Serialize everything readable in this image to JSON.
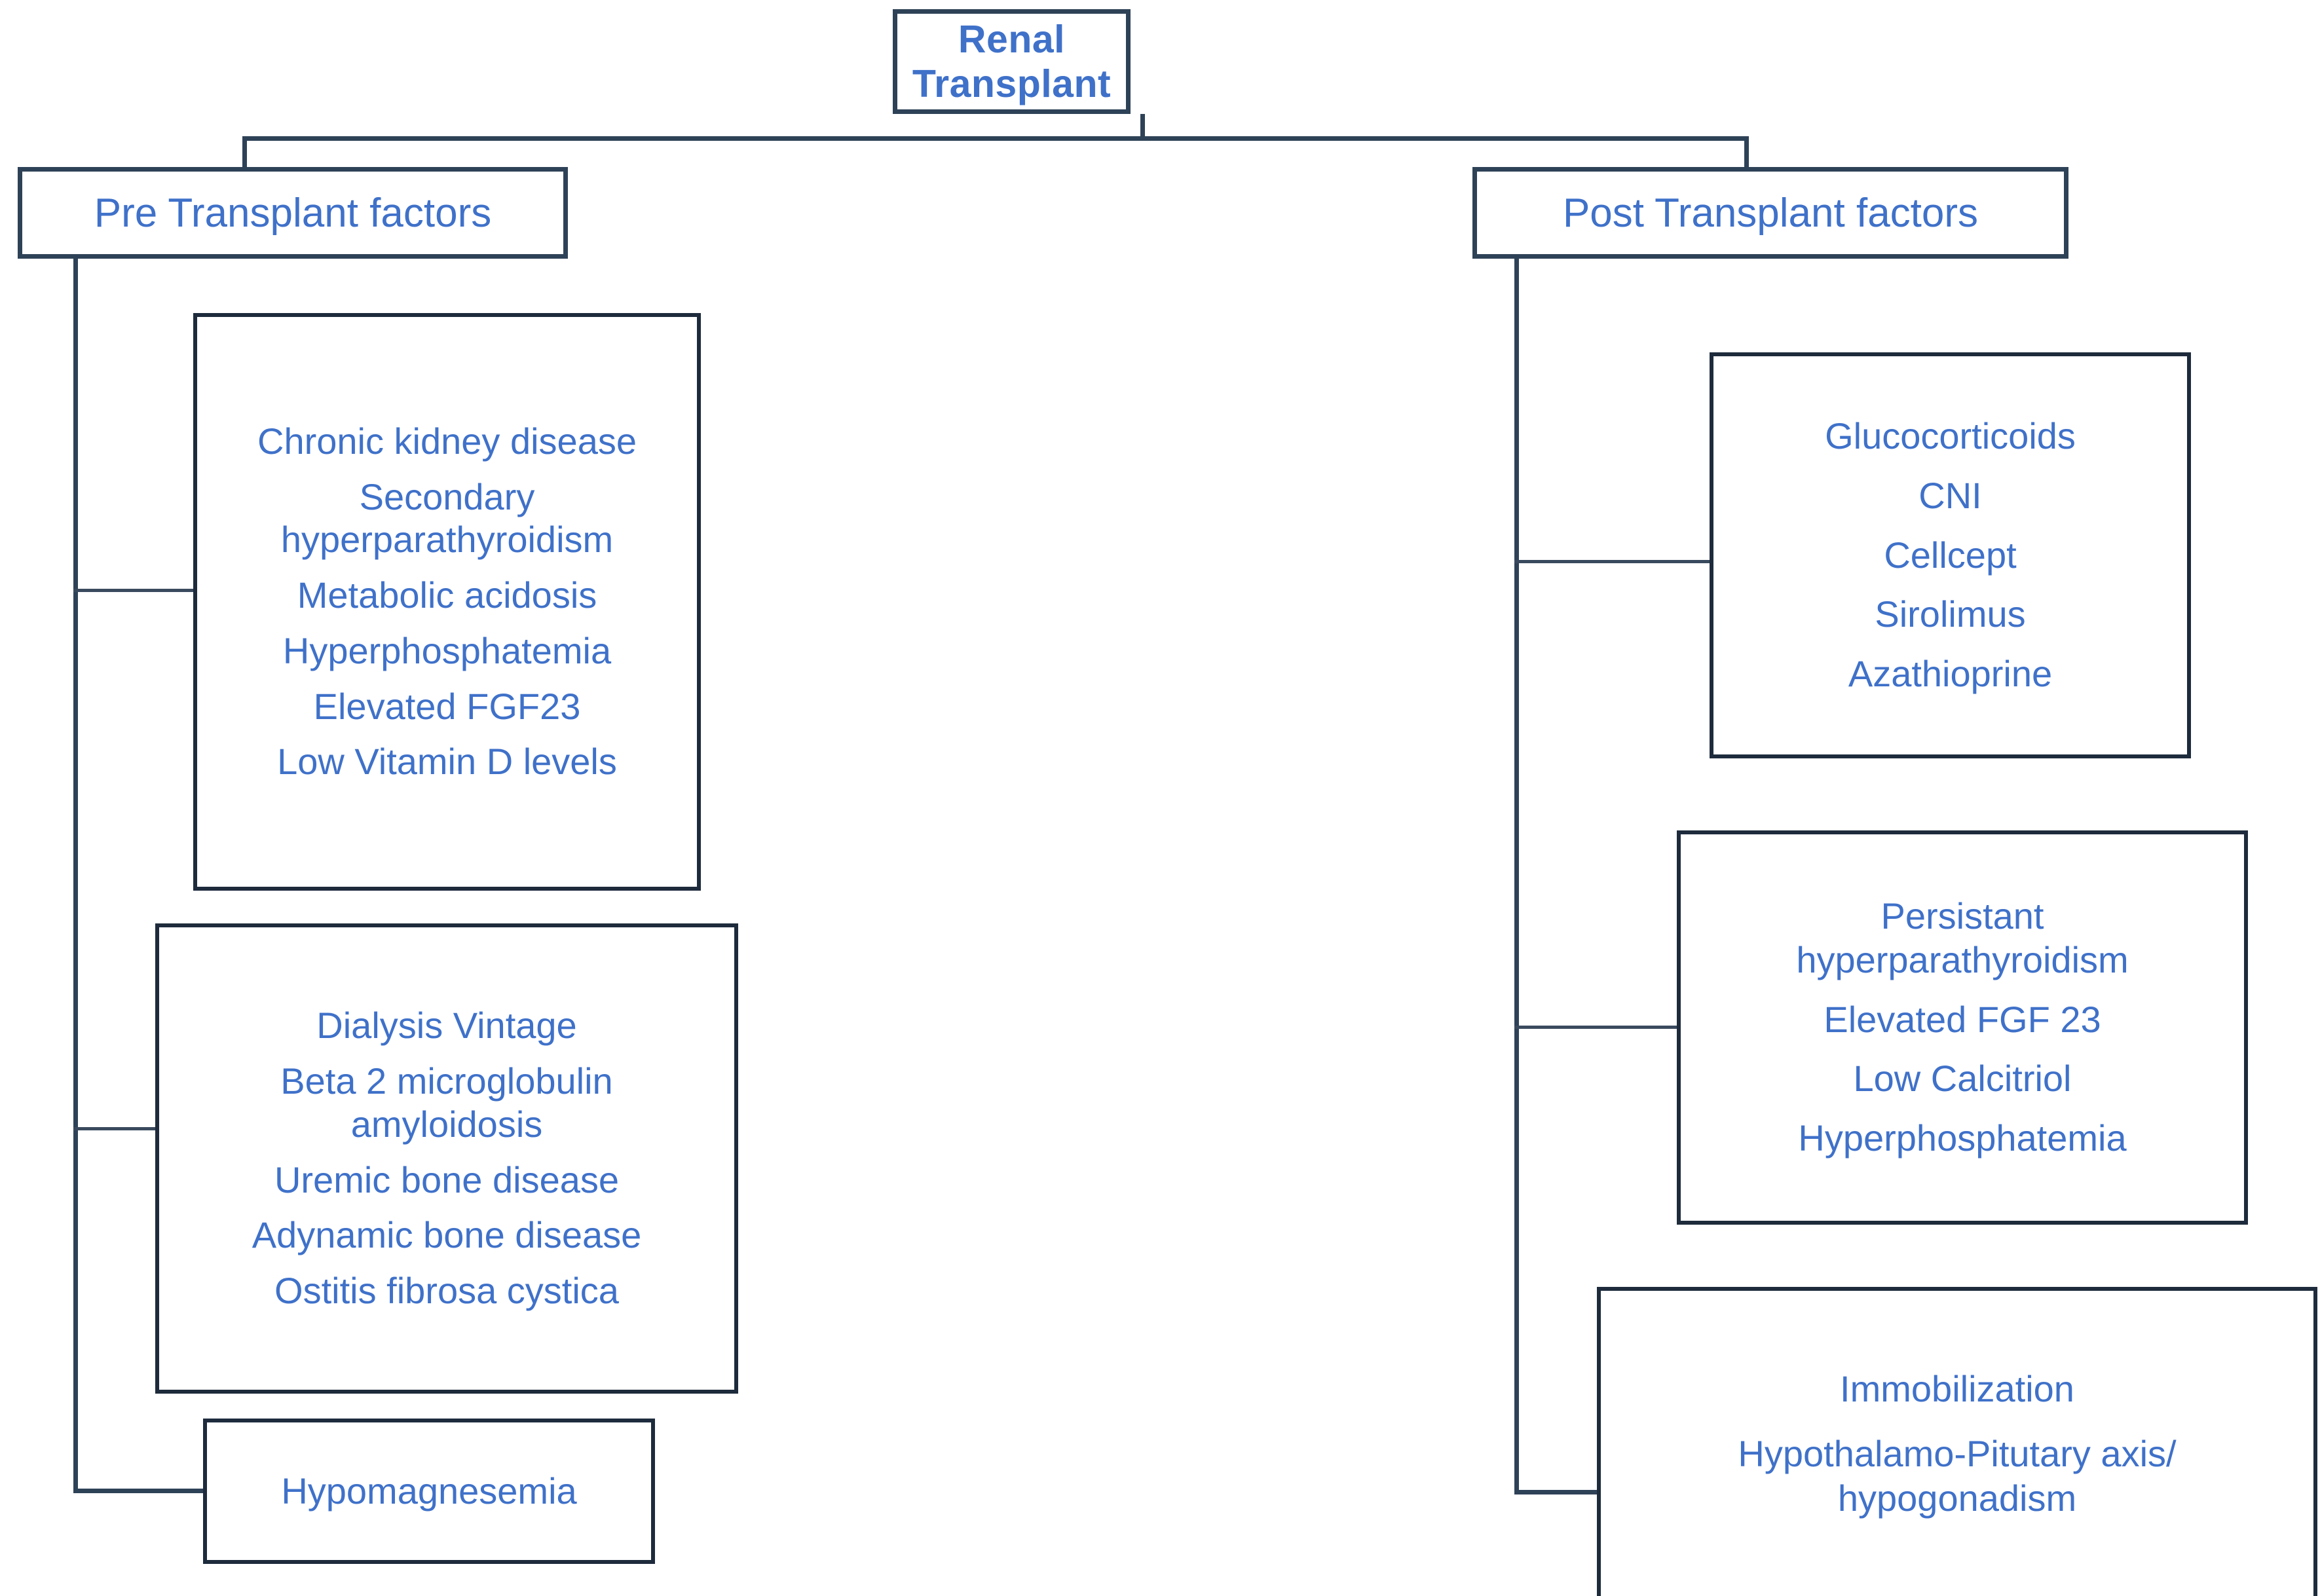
{
  "diagram": {
    "title": "Renal Transplant",
    "root": {
      "label": "Renal Transplant"
    },
    "branches": {
      "pre": {
        "label": "Pre Transplant factors",
        "groups": [
          {
            "name": "ckd-group",
            "items": [
              "Chronic kidney disease",
              "Secondary",
              "hyperparathyroidism",
              "Metabolic acidosis",
              "Hyperphosphatemia",
              "Elevated FGF23",
              "Low Vitamin D levels"
            ]
          },
          {
            "name": "dialysis-group",
            "items": [
              "Dialysis Vintage",
              "Beta 2 microglobulin",
              "amyloidosis",
              "Uremic bone disease",
              "Adynamic bone disease",
              "Ostitis fibrosa cystica"
            ]
          },
          {
            "name": "electrolyte-group",
            "items": [
              "Hypomagnesemia"
            ]
          }
        ]
      },
      "post": {
        "label": "Post Transplant factors",
        "groups": [
          {
            "name": "medication-group",
            "items": [
              "Glucocorticoids",
              "CNI",
              "Cellcept",
              "Sirolimus",
              "Azathioprine"
            ]
          },
          {
            "name": "mineral-bone-group",
            "items": [
              "Persistant",
              "hyperparathyroidism",
              "Elevated FGF 23",
              "Low Calcitriol",
              "Hyperphosphatemia"
            ]
          },
          {
            "name": "endocrine-group",
            "items": [
              "Immobilization",
              "Hypothalamo-Pitutary axis/",
              "hypogonadism"
            ]
          }
        ]
      }
    },
    "colors": {
      "text_blue": "#3f71c9",
      "border_navy": "#2e4257",
      "border_dark": "#1d2b3c",
      "background": "#ffffff"
    }
  }
}
